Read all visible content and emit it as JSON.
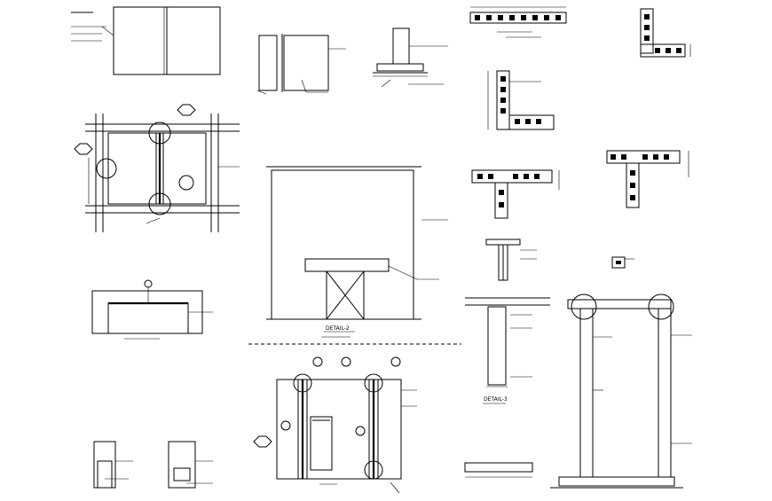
{
  "sheet": {
    "background": "#ffffff",
    "ink": "#000000"
  },
  "details": [
    {
      "name": "brick-bond-elevation",
      "notes": [
        "",
        "",
        ""
      ]
    },
    {
      "name": "wall-section-plaster",
      "notes": [
        "",
        "",
        ""
      ]
    },
    {
      "name": "footing-section",
      "notes": [
        "",
        "",
        ""
      ]
    },
    {
      "name": "reinforced-brick-elevation",
      "notes": [
        "",
        ""
      ]
    },
    {
      "name": "door-opening-wall-elevation",
      "notes": [
        "",
        ""
      ],
      "title": "DETAIL-2"
    },
    {
      "name": "lintel-section",
      "notes": [
        ""
      ]
    },
    {
      "name": "brick-pier-details",
      "notes": [
        "",
        ""
      ]
    },
    {
      "name": "bond-wall-elevation-with-bars",
      "notes": [
        "",
        ""
      ]
    },
    {
      "name": "hollow-block-plans",
      "notes": [
        "",
        "",
        ""
      ]
    },
    {
      "name": "column-wall-section",
      "notes": [
        "",
        "",
        "",
        ""
      ],
      "title": "DETAIL-3"
    }
  ],
  "icons": [
    "section-marker-icon",
    "hexagon-tag-icon",
    "detail-circle-icon"
  ]
}
